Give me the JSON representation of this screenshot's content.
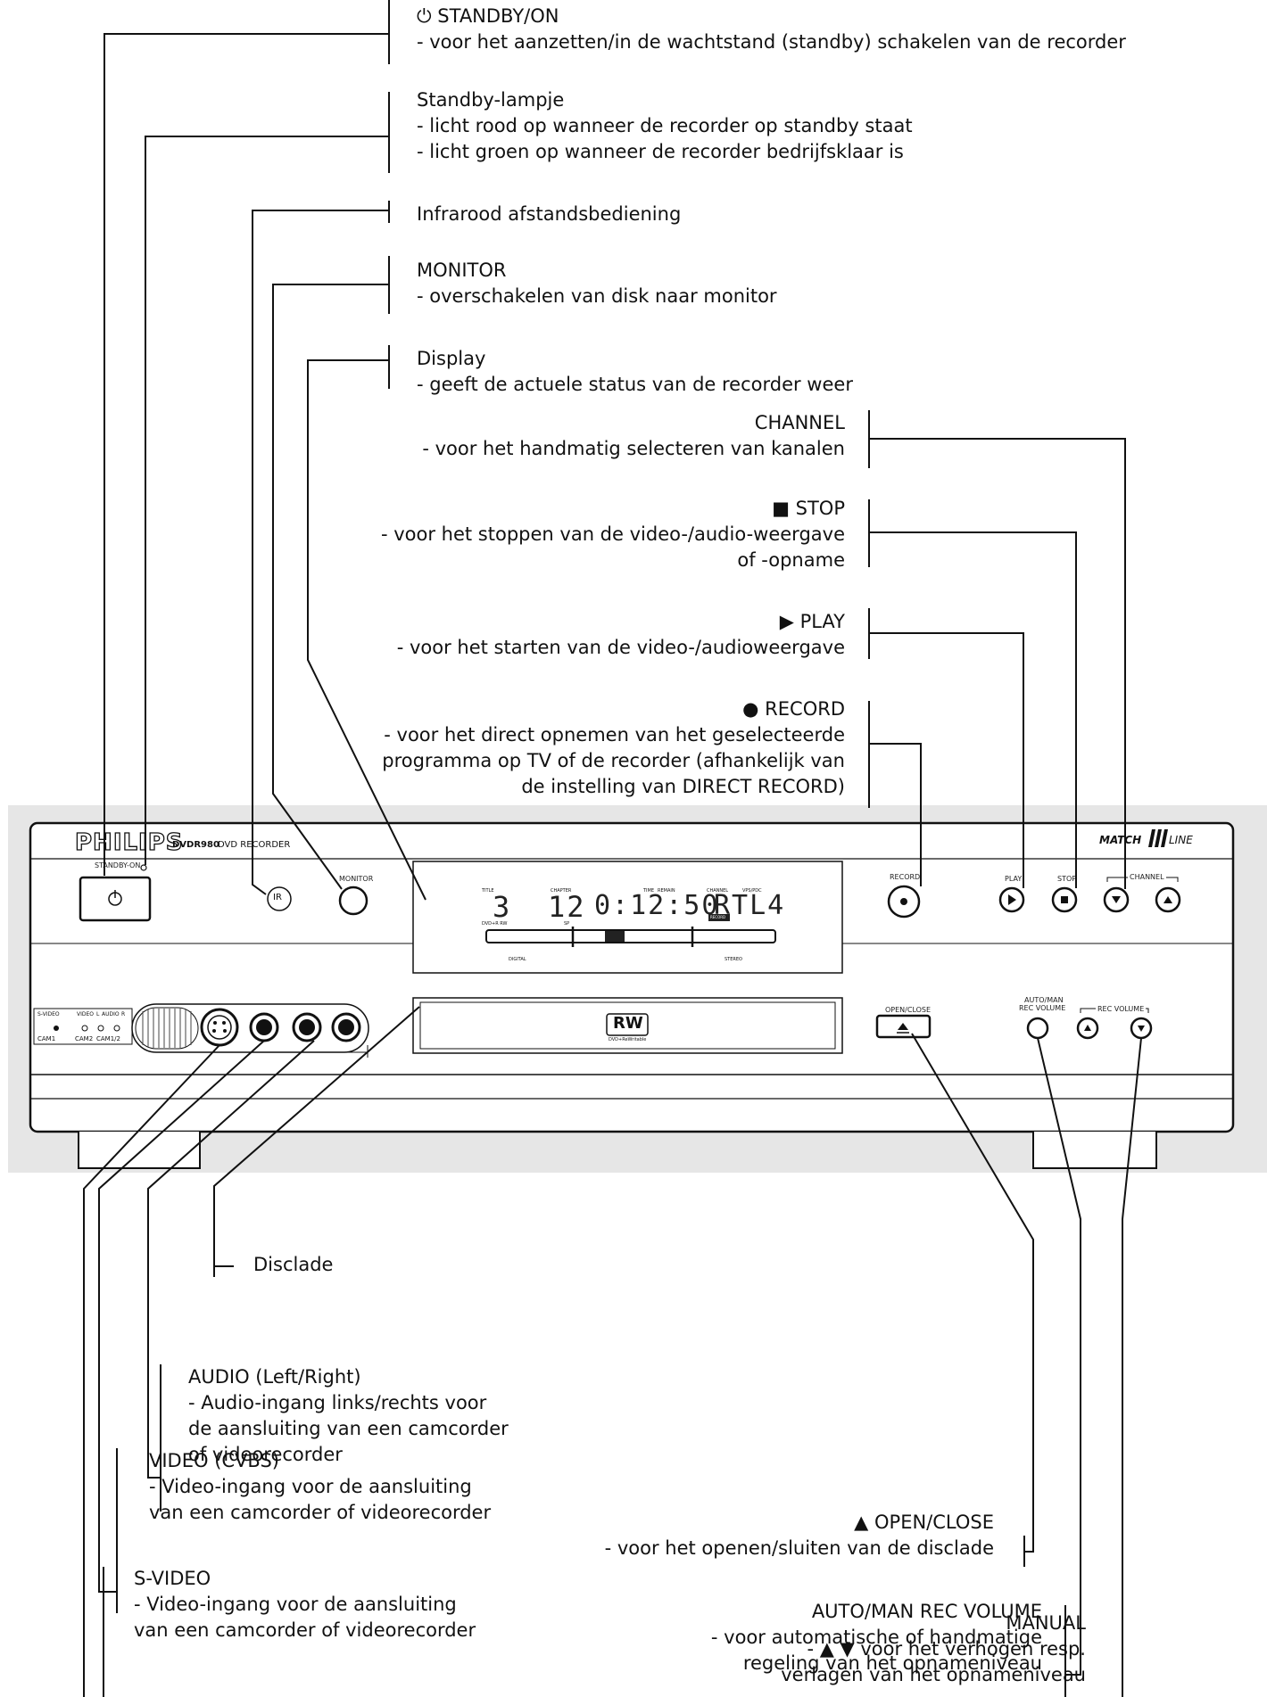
{
  "brand": {
    "logo": "PHILIPS",
    "model": "DVDR980",
    "model_desc": "DVD RECORDER",
    "matchline": "MATCH",
    "matchline_suffix": "LINE"
  },
  "front_panel": {
    "standby_on": "STANDBY-ON",
    "ir": "IR",
    "monitor": "MONITOR",
    "record": "RECORD",
    "play": "PLAY",
    "stop": "STOP",
    "channel": "CHANNEL",
    "open_close": "OPEN/CLOSE",
    "auto_man_1": "AUTO/MAN",
    "auto_man_2": "REC VOLUME",
    "rec_volume": "REC VOLUME",
    "s_video": "S-VIDEO",
    "video": "VIDEO",
    "audio_l": "L",
    "audio": "AUDIO",
    "audio_r": "R",
    "cam1": "CAM1",
    "cam2": "CAM2",
    "cam12": "CAM1/2",
    "rw_logo": "RW",
    "rw_sub": "DVD+ReWritable",
    "display": {
      "title_lbl": "TITLE",
      "chapter_lbl": "CHAPTER",
      "time_lbl": "TIME",
      "remain_lbl": "REMAIN",
      "channel_lbl": "CHANNEL",
      "vps_lbl": "VPS/PDC",
      "title_val": "3",
      "chapter_val": "12",
      "time_val": "0:12:50",
      "channel_val": "RTL4",
      "dvd_rw": "DVD+R RW",
      "sp": "SP",
      "record_badge": "RECORD",
      "digital": "DIGITAL",
      "stereo": "STEREO"
    }
  },
  "callouts": [
    {
      "id": "standby",
      "lines": [
        "⏻ STANDBY/ON",
        "- voor het aanzetten/in de wachtstand (standby) schakelen van de recorder"
      ]
    },
    {
      "id": "lamp",
      "lines": [
        "Standby-lampje",
        "- licht rood op wanneer de recorder op standby staat",
        "- licht groen op wanneer de recorder bedrijfsklaar is"
      ]
    },
    {
      "id": "ir",
      "lines": [
        "Infrarood afstandsbediening"
      ]
    },
    {
      "id": "monitor",
      "lines": [
        "MONITOR",
        "- overschakelen van disk naar monitor"
      ]
    },
    {
      "id": "display",
      "lines": [
        "Display",
        "- geeft de actuele status van de recorder weer"
      ]
    },
    {
      "id": "channel",
      "lines": [
        "CHANNEL",
        "- voor het handmatig selecteren van kanalen"
      ]
    },
    {
      "id": "stop",
      "lines": [
        "■ STOP",
        "- voor het stoppen van de video-/audio-weergave",
        "of -opname"
      ]
    },
    {
      "id": "play",
      "lines": [
        "▶ PLAY",
        "- voor het starten van de video-/audioweergave"
      ]
    },
    {
      "id": "record",
      "lines": [
        "● RECORD",
        "- voor het direct opnemen van het geselecteerde",
        "programma op TV of de recorder (afhankelijk van",
        "de instelling van DIRECT RECORD)"
      ]
    },
    {
      "id": "disclade",
      "lines": [
        "Disclade"
      ]
    },
    {
      "id": "audio",
      "lines": [
        "AUDIO (Left/Right)",
        "- Audio-ingang links/rechts voor",
        "de aansluiting van een camcorder",
        "of videorecorder"
      ]
    },
    {
      "id": "video",
      "lines": [
        "VIDEO (CVBS)",
        "- Video-ingang voor de aansluiting",
        "van een camcorder of videorecorder"
      ]
    },
    {
      "id": "svideo",
      "lines": [
        "S-VIDEO",
        "- Video-ingang voor de aansluiting",
        "van een camcorder of videorecorder"
      ]
    },
    {
      "id": "openclose",
      "lines": [
        "▲ OPEN/CLOSE",
        "- voor het openen/sluiten van de disclade"
      ]
    },
    {
      "id": "automan",
      "lines": [
        "AUTO/MAN REC VOLUME",
        "- voor automatische of handmatige",
        "regeling van het opnameniveau"
      ]
    },
    {
      "id": "manual",
      "lines": [
        "MANUAL",
        "- ▲ ▼ voor het verhogen resp.",
        "verlagen van het opnameniveau"
      ]
    }
  ]
}
